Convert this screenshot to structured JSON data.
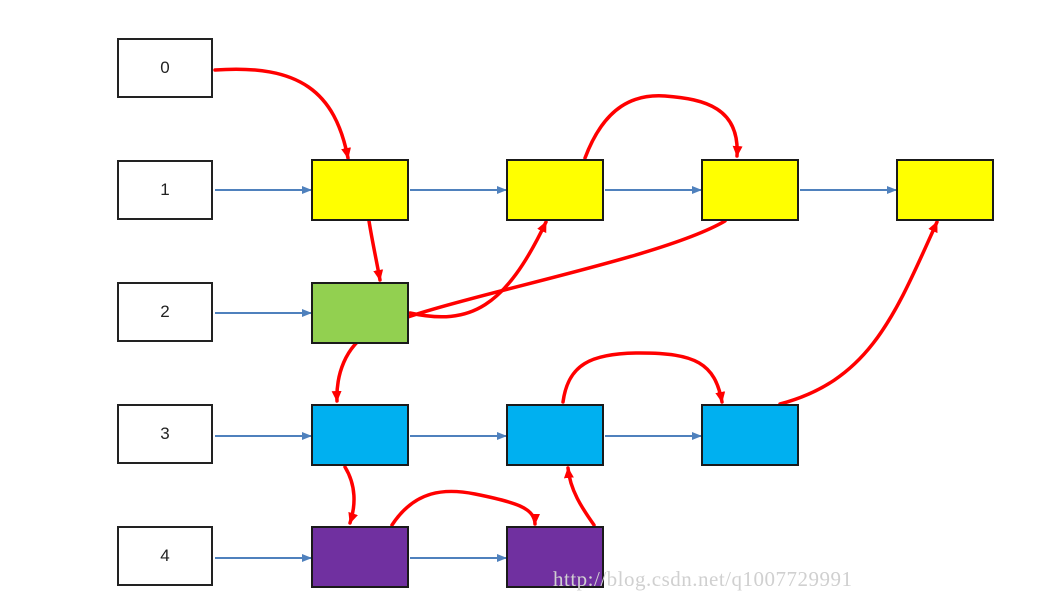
{
  "index_labels": [
    "0",
    "1",
    "2",
    "3",
    "4"
  ],
  "colors": {
    "level1": "#ffff00",
    "level2": "#92d050",
    "level3": "#00b0f0",
    "level4": "#7030a0",
    "next_arrow": "#4f81bd",
    "jump_arrow": "#ff0000"
  },
  "watermark": "http://blog.csdn.net/q1007729991"
}
